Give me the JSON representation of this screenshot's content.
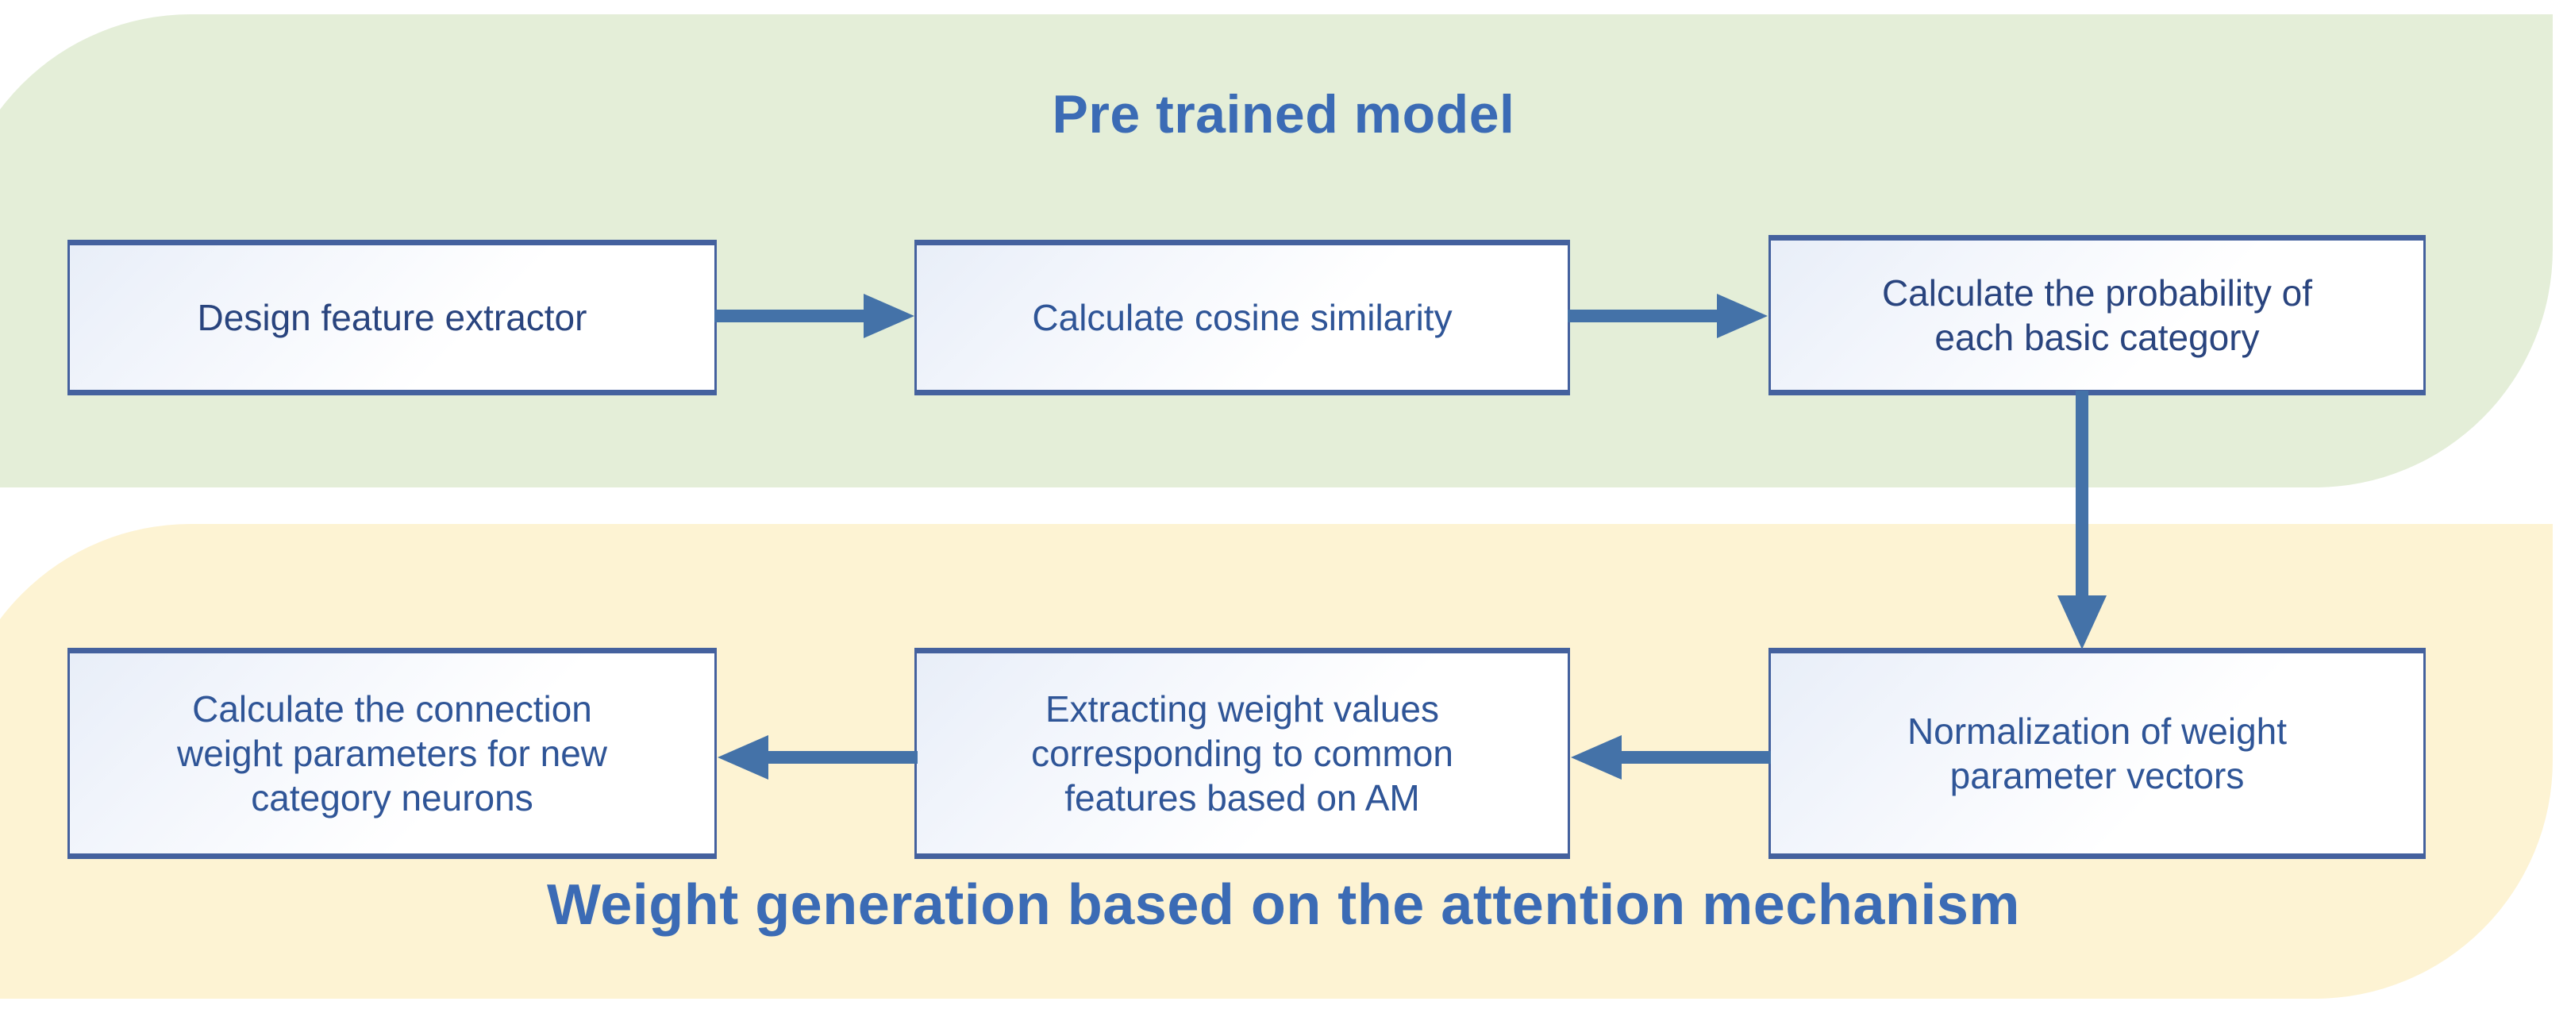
{
  "diagram": {
    "title_top": "Pre trained model",
    "title_bottom": "Weight generation based on the attention mechanism",
    "colors": {
      "panel_top_bg": "#E4EED8",
      "panel_bottom_bg": "#FDF3D3",
      "title_text": "#3B6BB5",
      "box_border": "#44619E",
      "box_text": "#2F5597",
      "arrow": "#4472A8",
      "page_bg": "#FFFFFF"
    },
    "sections": [
      {
        "id": "pre-trained-model",
        "label": "Pre trained model",
        "bg": "#E4EED8",
        "steps": [
          {
            "id": "design-feature-extractor",
            "label": "Design feature extractor"
          },
          {
            "id": "calculate-cosine-similarity",
            "label": "Calculate cosine similarity"
          },
          {
            "id": "calculate-probability",
            "label": "Calculate the probability of each basic category"
          }
        ]
      },
      {
        "id": "weight-generation",
        "label": "Weight generation based on the attention mechanism",
        "bg": "#FDF3D3",
        "steps": [
          {
            "id": "calculate-connection-weights",
            "label": "Calculate the connection weight parameters for new category neurons"
          },
          {
            "id": "extracting-weight-values",
            "label": "Extracting weight values corresponding to common features based on AM"
          },
          {
            "id": "normalization-of-weights",
            "label": "Normalization of weight parameter vectors"
          }
        ]
      }
    ],
    "boxes": {
      "design_feature_extractor": "Design feature extractor",
      "calculate_cosine_similarity": "Calculate cosine similarity",
      "calculate_probability_line1": "Calculate the probability of",
      "calculate_probability_line2": "each basic category",
      "calculate_connection_line1": "Calculate the connection",
      "calculate_connection_line2": "weight parameters for new",
      "calculate_connection_line3": "category neurons",
      "extracting_weight_line1": "Extracting weight values",
      "extracting_weight_line2": "corresponding to common",
      "extracting_weight_line3": "features based on AM",
      "normalization_line1": "Normalization of weight",
      "normalization_line2": "parameter vectors"
    },
    "flow": [
      {
        "id": "design-to-cosine",
        "from": "design-feature-extractor",
        "to": "calculate-cosine-similarity",
        "direction": "right"
      },
      {
        "id": "cosine-to-prob",
        "from": "calculate-cosine-similarity",
        "to": "calculate-probability",
        "direction": "right"
      },
      {
        "id": "prob-to-normalize",
        "from": "calculate-probability",
        "to": "normalization-of-weights",
        "direction": "down"
      },
      {
        "id": "normalize-to-extract",
        "from": "normalization-of-weights",
        "to": "extracting-weight-values",
        "direction": "left"
      },
      {
        "id": "extract-to-conn",
        "from": "extracting-weight-values",
        "to": "calculate-connection-weights",
        "direction": "left"
      }
    ]
  }
}
